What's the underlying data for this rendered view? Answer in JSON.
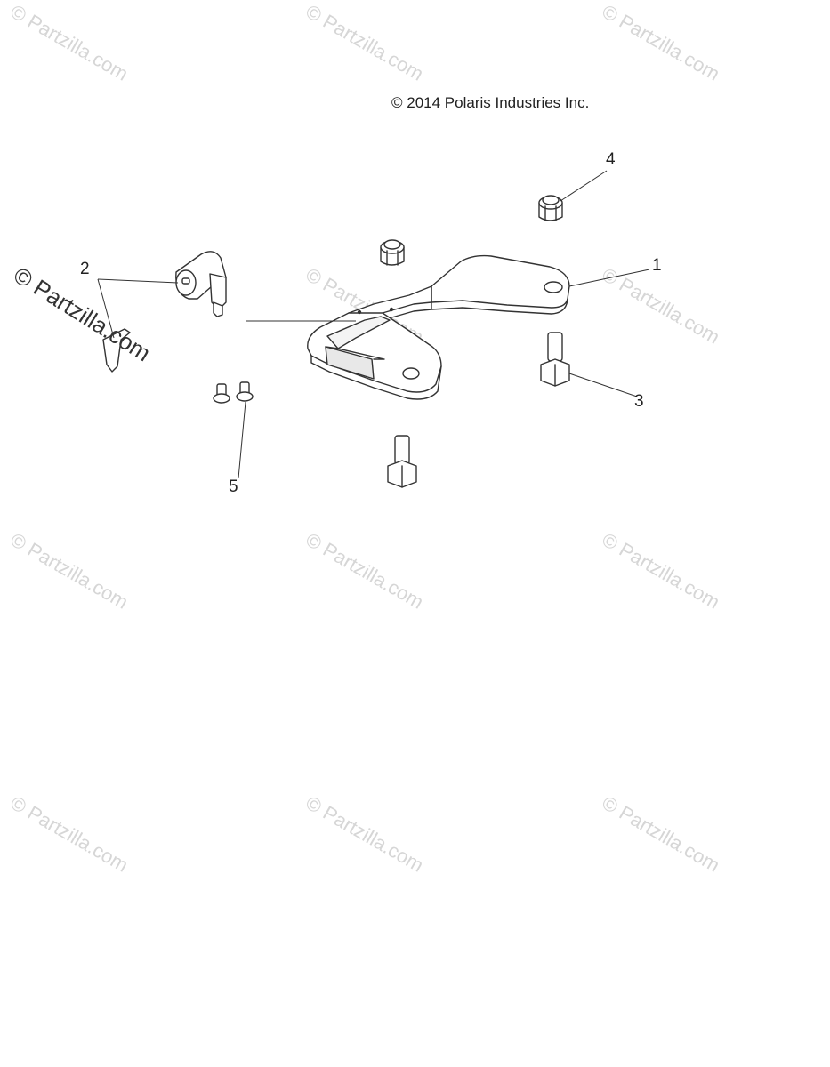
{
  "copyright": "© 2014 Polaris Industries Inc.",
  "callouts": {
    "c1": "1",
    "c2": "2",
    "c3": "3",
    "c4": "4",
    "c5": "5"
  },
  "watermark": "© Partzilla.com",
  "colors": {
    "line": "#333333",
    "watermark_light": "#d6d6d6",
    "watermark_dark": "#333333"
  }
}
